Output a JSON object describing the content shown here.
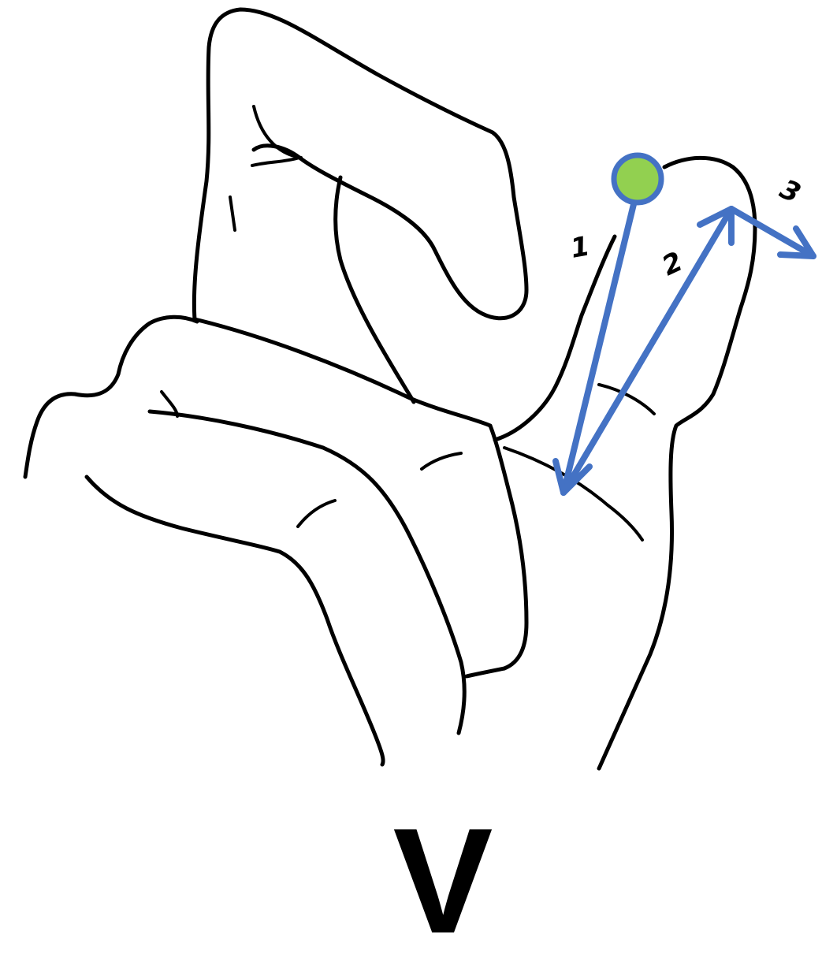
{
  "diagram": {
    "caption": "V",
    "steps": [
      {
        "label": "1"
      },
      {
        "label": "2"
      },
      {
        "label": "3"
      }
    ],
    "colors": {
      "arrow": "#4472C4",
      "start_marker_fill": "#92D050",
      "start_marker_stroke": "#4472C4",
      "outline": "#000000",
      "caption": "#000000",
      "step_label": "#000000"
    }
  }
}
